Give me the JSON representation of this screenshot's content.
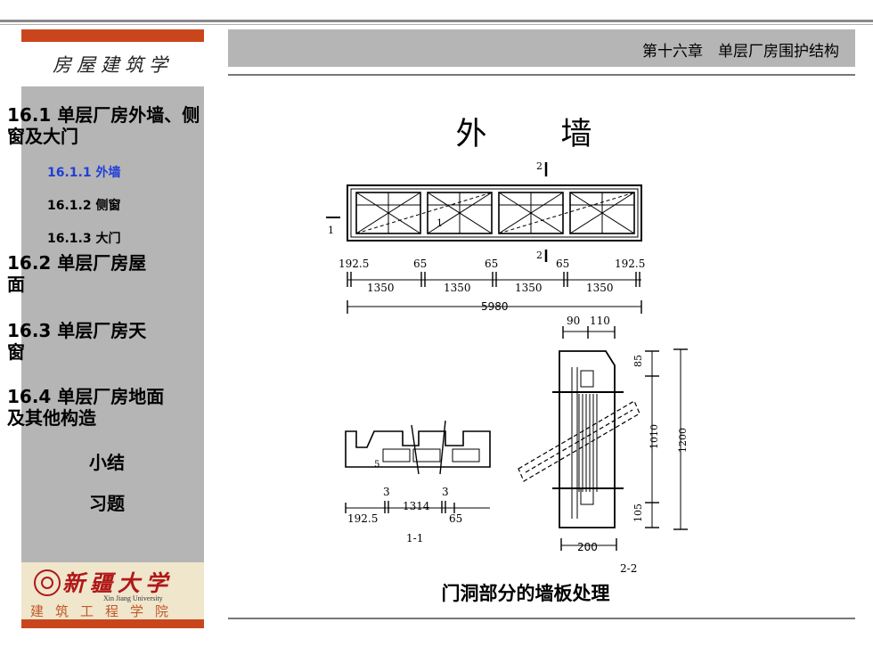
{
  "sidebar": {
    "course_title": "房屋建筑学",
    "items": [
      {
        "label": "16.1 单层厂房外墙、侧窗及大门"
      },
      {
        "label": "16.1.1 外墙"
      },
      {
        "label": "16.1.2 侧窗"
      },
      {
        "label": "16.1.3 大门"
      },
      {
        "label": "16.2 单层厂房屋面"
      },
      {
        "label": "16.3 单层厂房天窗"
      },
      {
        "label": "16.4 单层厂房地面及其他构造"
      },
      {
        "label": "小结"
      },
      {
        "label": "习题"
      }
    ],
    "logo": {
      "university_cn": "新疆大学",
      "university_en": "Xin Jiang University",
      "college": "建筑工程学院"
    }
  },
  "header": {
    "chapter": "第十六章　单层厂房围护结构"
  },
  "slide": {
    "title": "外　墙",
    "caption": "门洞部分的墙板处理"
  },
  "drawing": {
    "section_mark_2": "2",
    "section_mark_1": "1",
    "dim_192_5": "192.5",
    "dim_65": "65",
    "dim_1350": "1350",
    "dim_5980": "5980",
    "dim_90": "90",
    "dim_110": "110",
    "dim_85": "85",
    "dim_1010": "1010",
    "dim_1200": "1200",
    "dim_105": "105",
    "dim_200": "200",
    "dim_3": "3",
    "dim_1314": "1314",
    "dim_5": "5",
    "label_1_1": "1-1",
    "label_2_2": "2-2"
  },
  "colors": {
    "accent_red": "#c9461c",
    "sidebar_gray": "#b5b5b5",
    "active_blue": "#1f3fd8",
    "logo_red": "#b01818"
  }
}
